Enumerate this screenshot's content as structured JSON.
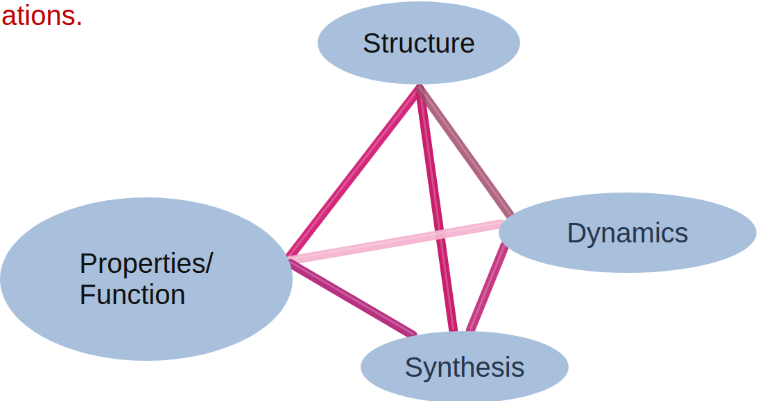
{
  "diagram": {
    "nodes": [
      {
        "text": [
          "Structure"
        ]
      },
      {
        "text": [
          "Properties/ Function"
        ]
      },
      {
        "text": [
          "Dynamics"
        ]
      },
      {
        "text": [
          "Synthesis"
        ]
      }
    ],
    "edges": [
      {
        "from": 0,
        "to": 1,
        "arrow": "none"
      },
      {
        "from": 0,
        "to": 3,
        "arrow": "none"
      },
      {
        "from": 0,
        "to": 2,
        "arrow": "none"
      },
      {
        "from": 1,
        "to": 2,
        "arrow": "none"
      },
      {
        "from": 1,
        "to": 3,
        "arrow": "none"
      },
      {
        "from": 3,
        "to": 2,
        "arrow": "none"
      }
    ],
    "labels": [
      "ations."
    ]
  }
}
